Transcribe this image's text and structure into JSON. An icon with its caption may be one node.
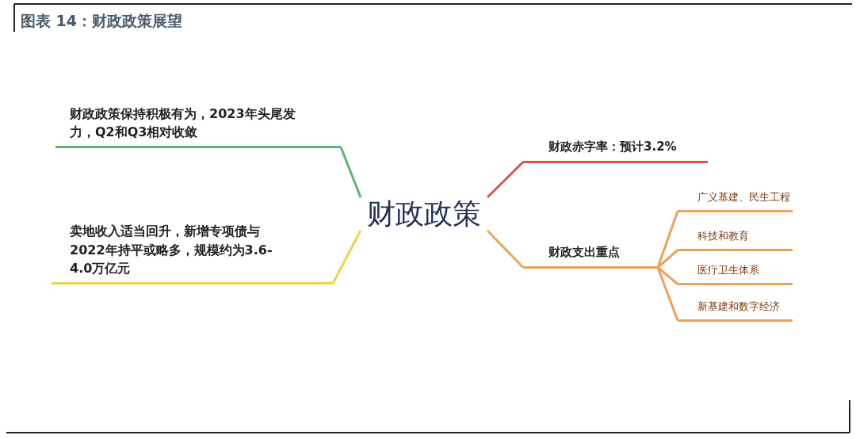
{
  "diagram": {
    "title": "图表 14：财政政策展望",
    "nodes": [
      {
        "text": [
          "财政政策"
        ]
      },
      {
        "text": [
          "财政政策保持积极有为，2023年头尾发力，Q2和Q3相对收敛"
        ]
      },
      {
        "text": [
          "卖地收入适当回升，新增专项债与2022年持平或略多，规模约为3.6-4.0万亿元"
        ]
      },
      {
        "text": [
          "财政赤字率：预计3.2%"
        ]
      },
      {
        "text": [
          "财政支出重点"
        ]
      },
      {
        "text": [
          "广义基建、民生工程"
        ]
      },
      {
        "text": [
          "科技和教育"
        ]
      },
      {
        "text": [
          "医疗卫生体系"
        ]
      },
      {
        "text": [
          "新基建和数字经济"
        ]
      }
    ],
    "edges": [
      {
        "from": 0,
        "to": 1,
        "arrow": "none",
        "color": "#5bb56e"
      },
      {
        "from": 0,
        "to": 2,
        "arrow": "none",
        "color": "#e8d44d"
      },
      {
        "from": 0,
        "to": 3,
        "arrow": "none",
        "color": "#d9534a"
      },
      {
        "from": 0,
        "to": 4,
        "arrow": "none",
        "color": "#eba35a"
      },
      {
        "from": 4,
        "to": 5,
        "arrow": "none",
        "color": "#eba35a"
      },
      {
        "from": 4,
        "to": 6,
        "arrow": "none",
        "color": "#eba35a"
      },
      {
        "from": 4,
        "to": 7,
        "arrow": "none",
        "color": "#eba35a"
      },
      {
        "from": 4,
        "to": 8,
        "arrow": "none",
        "color": "#eba35a"
      }
    ]
  }
}
